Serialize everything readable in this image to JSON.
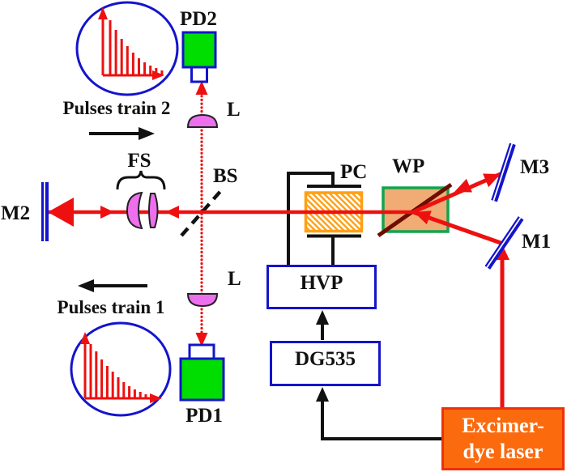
{
  "labels": {
    "pd2": "PD2",
    "pd1": "PD1",
    "l_top": "L",
    "l_bottom": "L",
    "pulses_train_2": "Pulses train 2",
    "pulses_train_1": "Pulses train 1",
    "fs": "FS",
    "bs": "BS",
    "m2": "M2",
    "m3": "M3",
    "m1": "M1",
    "pc": "PC",
    "wp": "WP",
    "hvp": "HVP",
    "dg535": "DG535",
    "laser_line1": "Excimer-",
    "laser_line2": "dye laser"
  },
  "colors": {
    "beam_red": "#EE1010",
    "device_blue": "#1414CC",
    "detector_green": "#00DD00",
    "lens_magenta": "#EE6FEE",
    "lens_outline": "#222222",
    "pc_orange": "#FFA013",
    "wp_fill": "#F0AC74",
    "wp_border": "#10A54E",
    "wp_diagonal": "#6E0C00",
    "laser_fill": "#FB6A0D",
    "laser_border": "#F03008",
    "wire_black": "#111111",
    "text_white": "#FFFFFF"
  },
  "pulse_trains": {
    "train2": {
      "heights": [
        68,
        56,
        45,
        36,
        28,
        21,
        16,
        12,
        9,
        6
      ]
    },
    "train1": {
      "heights": [
        67,
        58,
        48,
        40,
        33,
        26,
        20,
        15,
        11,
        8,
        5
      ]
    }
  }
}
